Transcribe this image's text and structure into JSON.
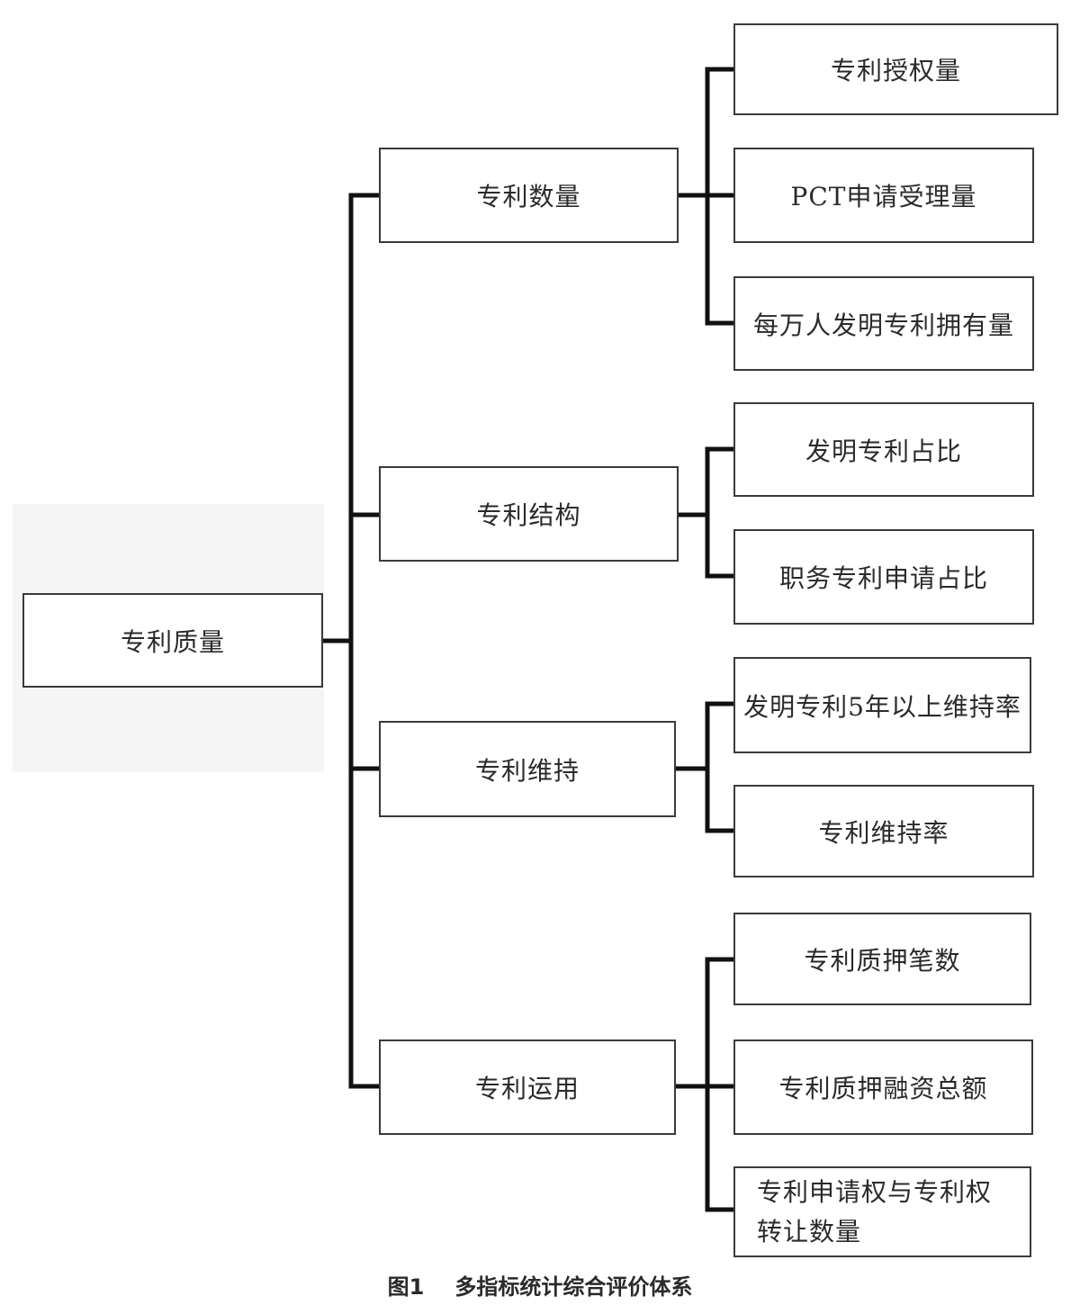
{
  "root": {
    "label": "专利质量"
  },
  "categories": [
    {
      "label": "专利数量",
      "items": [
        "专利授权量",
        "PCT申请受理量",
        "每万人发明专利拥有量"
      ]
    },
    {
      "label": "专利结构",
      "items": [
        "发明专利占比",
        "职务专利申请占比"
      ]
    },
    {
      "label": "专利维持",
      "items": [
        "发明专利5年以上维持率",
        "专利维持率"
      ]
    },
    {
      "label": "专利运用",
      "items": [
        "专利质押笔数",
        "专利质押融资总额",
        "专利申请权与专利权转让数量"
      ]
    }
  ],
  "caption": {
    "number": "图1",
    "text": "多指标统计综合评价体系"
  }
}
